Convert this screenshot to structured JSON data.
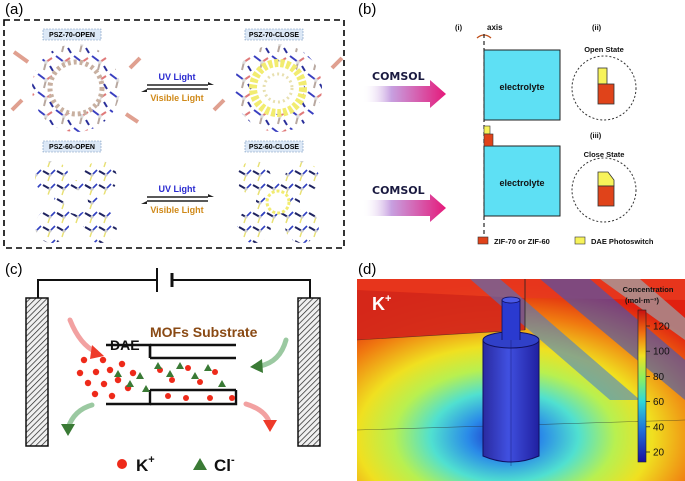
{
  "panel_a": {
    "label": "(a)",
    "top_left": "PSZ-70-OPEN",
    "top_right": "PSZ-70-CLOSE",
    "bottom_left": "PSZ-60-OPEN",
    "bottom_right": "PSZ-60-CLOSE",
    "uv_light": "UV Light",
    "visible_light": "Visible Light"
  },
  "panel_b": {
    "label": "(b)",
    "comsol": "COMSOL",
    "axis": "axis",
    "electrolyte": "electrolyte",
    "i": "(i)",
    "ii": "(ii)",
    "iii": "(iii)",
    "open_state": "Open State",
    "close_state": "Close State",
    "legend_zif": "ZIF-70 or ZIF-60",
    "legend_dae": "DAE Photoswitch"
  },
  "panel_c": {
    "label": "(c)",
    "dae": "DAE",
    "mofs": "MOFs Substrate",
    "k_label": "K",
    "k_sup": "+",
    "cl_label": "Cl",
    "cl_sup": "-"
  },
  "panel_d": {
    "label": "(d)",
    "k_label": "K",
    "k_sup": "+",
    "colorbar_title": "Concentration",
    "colorbar_unit": "(mol·m⁻³)",
    "ticks": [
      "120",
      "100",
      "80",
      "60",
      "40",
      "20"
    ]
  },
  "colors": {
    "electrolyte": "#5ee0f4",
    "zif": "#e0431a",
    "dae": "#f7f35a",
    "k_ion": "#ee2a1a",
    "cl_ion": "#3a7a35",
    "mofs_text": "#8a4a14",
    "uv": "#2a2ad0",
    "visible": "#d08a1a"
  }
}
